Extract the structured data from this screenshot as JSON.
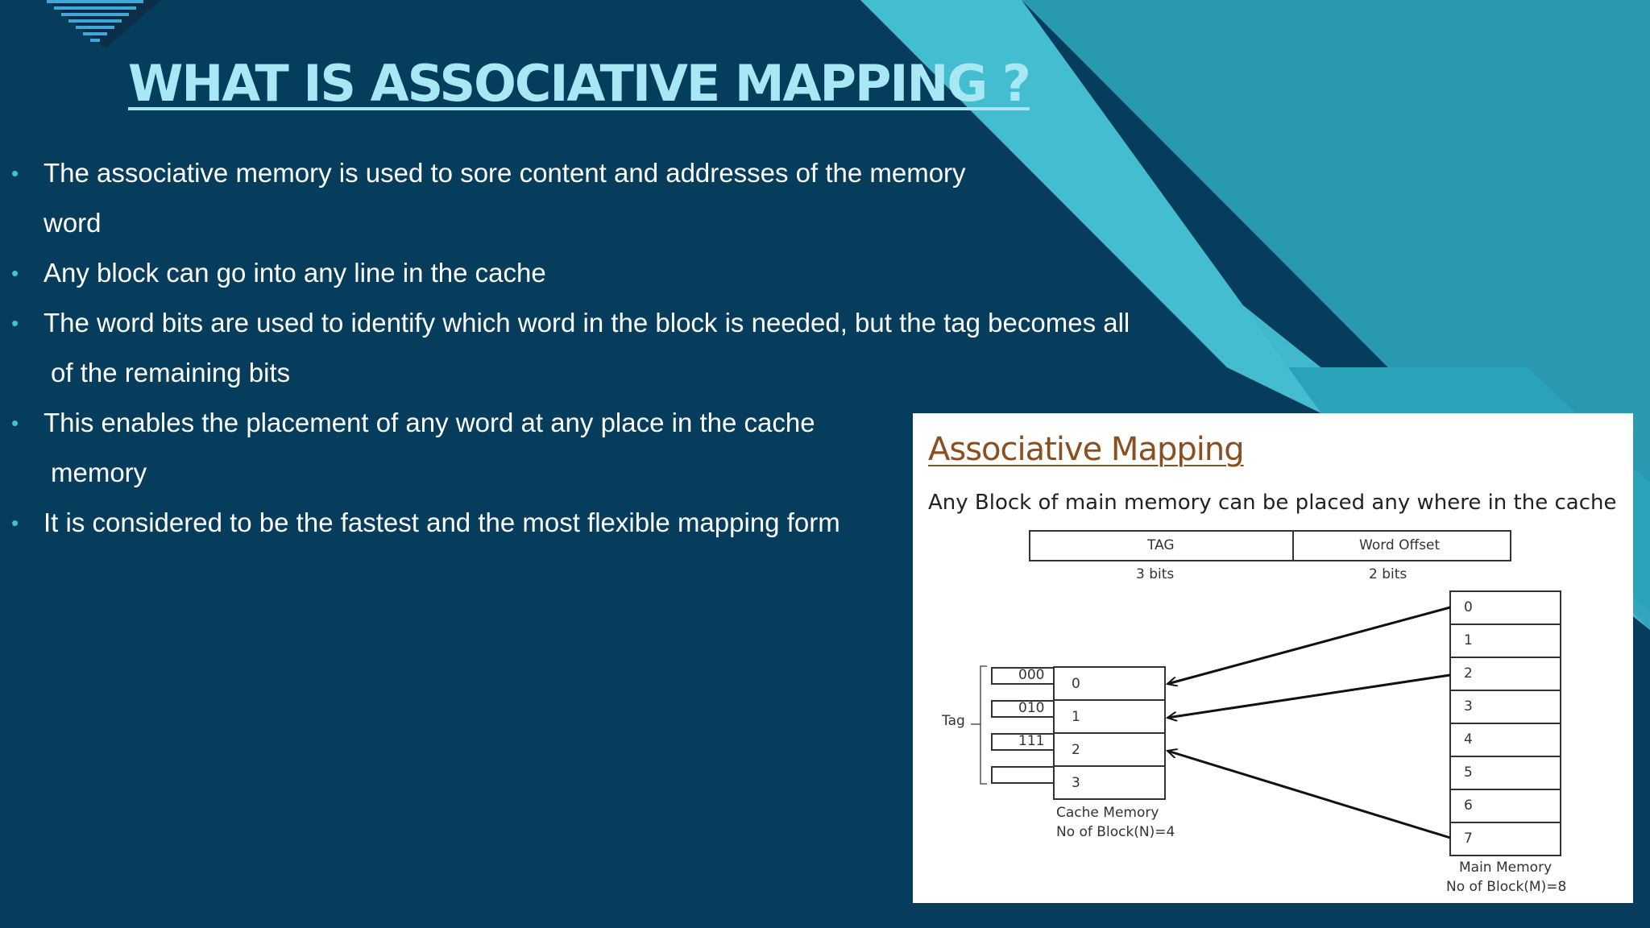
{
  "slide": {
    "title": "WHAT IS ASSOCIATIVE MAPPING ?",
    "bullet_glyph": "•",
    "bullets": [
      {
        "line1": "The associative memory is used to sore content and addresses of the memory",
        "line2": "word"
      },
      {
        "line1": "Any block can go into any line in the cache"
      },
      {
        "line1": "The word bits are used to identify which word in the block is needed, but the tag becomes all",
        "line2": "of the remaining bits"
      },
      {
        "line1": "This enables the placement of any word at any place in the cache",
        "line2": "memory"
      },
      {
        "line1": "It is considered to be the fastest and the most flexible mapping form"
      }
    ]
  },
  "diagram": {
    "title": "Associative Mapping",
    "subtitle": "Any Block of main memory can be placed any where in the cache",
    "address_format": {
      "fields": [
        "TAG",
        "Word Offset"
      ],
      "widths": [
        "3 bits",
        "2 bits"
      ]
    },
    "cache_memory": {
      "tag_label": "Tag",
      "tags": [
        "000",
        "010",
        "111",
        ""
      ],
      "lines": [
        "0",
        "1",
        "2",
        "3"
      ],
      "caption": "Cache Memory",
      "block_count": "No of Block(N)=4"
    },
    "main_memory": {
      "blocks": [
        "0",
        "1",
        "2",
        "3",
        "4",
        "5",
        "6",
        "7"
      ],
      "caption": "Main Memory",
      "block_count": "No of Block(M)=8"
    }
  },
  "colors": {
    "background": "#063d5c",
    "title": "#a8e8f5",
    "bullet": "#3fc1d6",
    "stripe_light": "#41b8cc",
    "stripe_dark": "#2a9aaf",
    "diagram_title": "#8b4e1f"
  }
}
